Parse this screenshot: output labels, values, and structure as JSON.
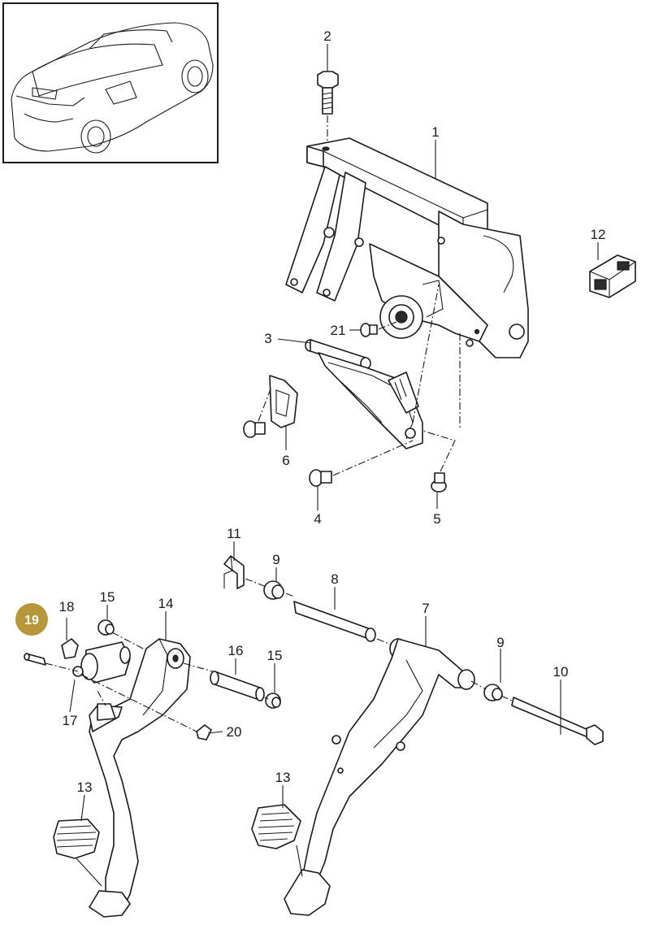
{
  "diagram": {
    "callouts": [
      {
        "id": "c1",
        "label": "1"
      },
      {
        "id": "c2",
        "label": "2"
      },
      {
        "id": "c3",
        "label": "3"
      },
      {
        "id": "c4",
        "label": "4"
      },
      {
        "id": "c5",
        "label": "5"
      },
      {
        "id": "c6",
        "label": "6"
      },
      {
        "id": "c7",
        "label": "7"
      },
      {
        "id": "c8",
        "label": "8"
      },
      {
        "id": "c9a",
        "label": "9"
      },
      {
        "id": "c9b",
        "label": "9"
      },
      {
        "id": "c10",
        "label": "10"
      },
      {
        "id": "c11",
        "label": "11"
      },
      {
        "id": "c12",
        "label": "12"
      },
      {
        "id": "c13a",
        "label": "13"
      },
      {
        "id": "c13b",
        "label": "13"
      },
      {
        "id": "c14",
        "label": "14"
      },
      {
        "id": "c15a",
        "label": "15"
      },
      {
        "id": "c15b",
        "label": "15"
      },
      {
        "id": "c16",
        "label": "16"
      },
      {
        "id": "c17",
        "label": "17"
      },
      {
        "id": "c18",
        "label": "18"
      },
      {
        "id": "c20",
        "label": "20"
      },
      {
        "id": "c21",
        "label": "21"
      }
    ],
    "highlighted": {
      "label": "19",
      "color": "#b8973a"
    }
  }
}
